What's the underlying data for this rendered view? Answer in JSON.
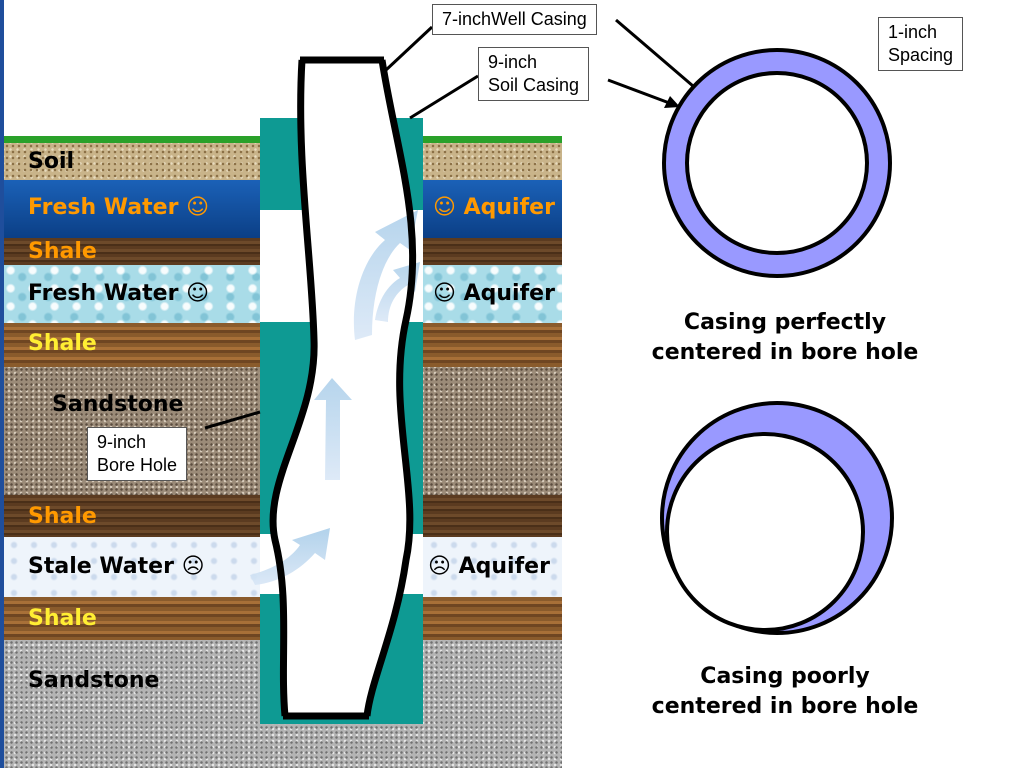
{
  "layers": [
    {
      "id": "soil",
      "left": "Soil",
      "right": ""
    },
    {
      "id": "fresh-water-1",
      "left": "Fresh Water ☺",
      "right": "☺ Aquifer"
    },
    {
      "id": "shale-1",
      "left": "Shale",
      "right": ""
    },
    {
      "id": "fresh-water-2",
      "left": "Fresh Water ☺",
      "right": "☺ Aquifer"
    },
    {
      "id": "shale-2",
      "left": "Shale",
      "right": ""
    },
    {
      "id": "sandstone-1",
      "left": "Sandstone",
      "right": ""
    },
    {
      "id": "shale-3",
      "left": "Shale",
      "right": ""
    },
    {
      "id": "stale-water",
      "left": "Stale Water ☹",
      "right": "☹ Aquifer"
    },
    {
      "id": "shale-4",
      "left": "Shale",
      "right": ""
    },
    {
      "id": "sandstone-2",
      "left": "Sandstone",
      "right": ""
    }
  ],
  "callouts": {
    "well_casing": "7-inchWell Casing",
    "soil_casing_line1": "9-inch",
    "soil_casing_line2": "Soil Casing",
    "bore_hole_line1": "9-inch",
    "bore_hole_line2": "Bore Hole",
    "spacing_line1": "1-inch",
    "spacing_line2": "Spacing"
  },
  "captions": {
    "centered_line1": "Casing perfectly",
    "centered_line2": "centered in bore hole",
    "poorly_line1": "Casing poorly",
    "poorly_line2": "centered in bore hole"
  },
  "colors": {
    "soil_casing": "#0e9a93",
    "ring_fill": "#9999ff",
    "fresh_water_text": "#ff9900",
    "shale_text_orange": "#ff9900",
    "shale_text_yellow": "#ffee33"
  }
}
